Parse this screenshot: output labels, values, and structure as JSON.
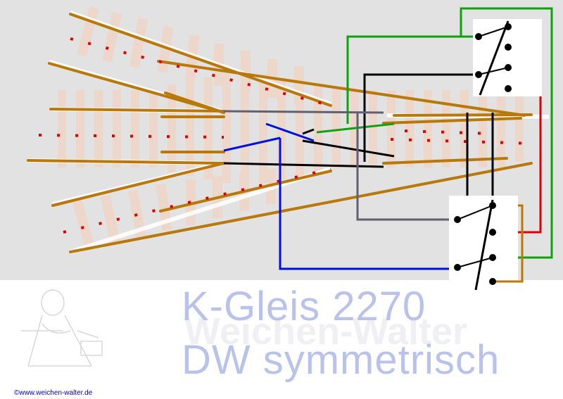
{
  "diagram": {
    "title_line1": "K-Gleis 2270",
    "title_line2": "DW symmetrisch",
    "watermark": "Weichen-Walter",
    "copyright": "©www.weichen-walter.de"
  },
  "colors": {
    "background_top": "#e2e2e2",
    "rail": "#b8780a",
    "wire_green": "#10a010",
    "wire_red": "#e00000",
    "wire_blue": "#0010e0",
    "wire_black": "#000000",
    "wire_gray": "#606070",
    "title": "#b9c2ea"
  }
}
